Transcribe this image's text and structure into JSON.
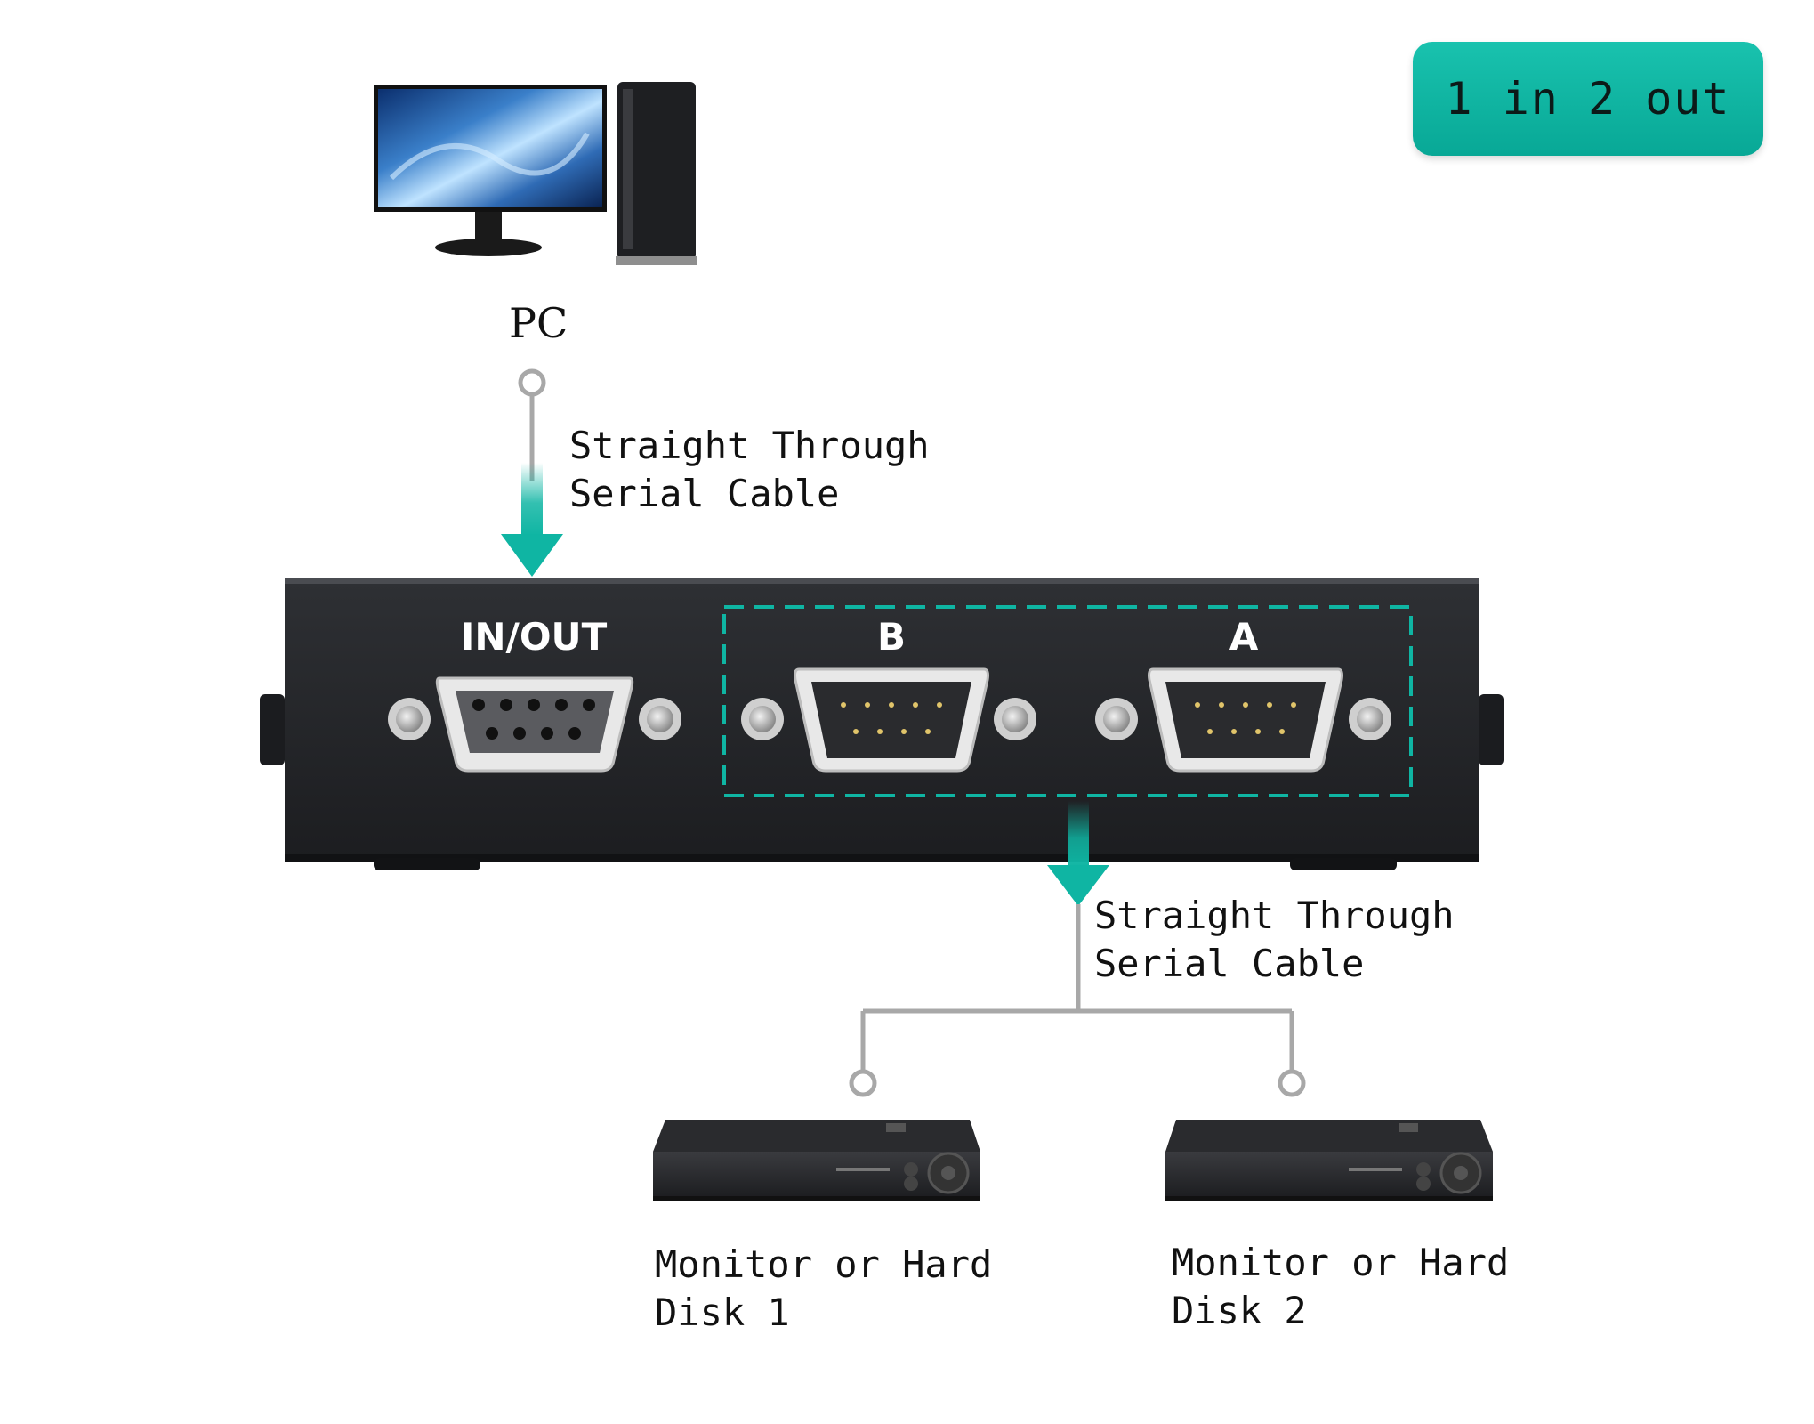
{
  "badge": {
    "text": "1 in 2 out"
  },
  "pc": {
    "label": "PC"
  },
  "cable_top": {
    "line1": "Straight Through",
    "line2": "Serial Cable"
  },
  "cable_bottom": {
    "line1": "Straight Through",
    "line2": "Serial Cable"
  },
  "switch_box": {
    "ports": {
      "in_out": "IN/OUT",
      "b": "B",
      "a": "A"
    }
  },
  "devices": [
    {
      "line1": "Monitor or Hard",
      "line2": "Disk 1"
    },
    {
      "line1": "Monitor or Hard",
      "line2": "Disk 2"
    }
  ],
  "colors": {
    "accent": "#0fb5a3",
    "box": "#222326",
    "wire": "#a8a8a8"
  }
}
